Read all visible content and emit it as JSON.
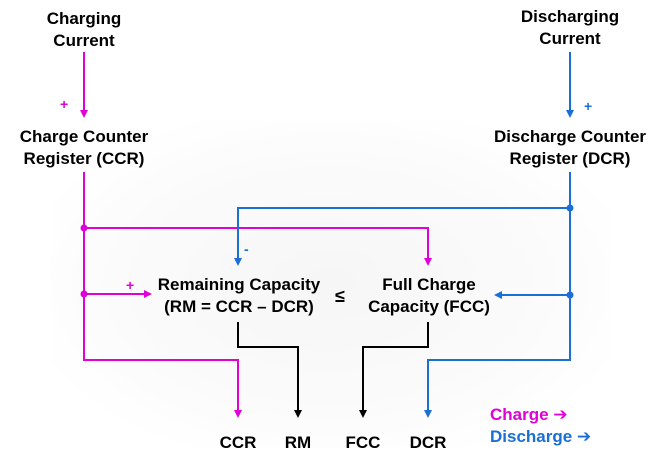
{
  "inputs": {
    "charging": {
      "line1": "Charging",
      "line2": "Current"
    },
    "discharging": {
      "line1": "Discharging",
      "line2": "Current"
    }
  },
  "registers": {
    "ccr": {
      "line1": "Charge Counter",
      "line2": "Register (CCR)"
    },
    "dcr": {
      "line1": "Discharge Counter",
      "line2": "Register (DCR)"
    }
  },
  "blocks": {
    "rm": {
      "line1": "Remaining Capacity",
      "line2": "(RM = CCR – DCR)"
    },
    "fcc": {
      "line1": "Full Charge",
      "line2": "Capacity (FCC)"
    },
    "relation": "≤"
  },
  "signs": {
    "plus_charge": "+",
    "plus_discharge": "+",
    "plus_rm": "+",
    "minus_rm": "-"
  },
  "outputs": [
    "CCR",
    "RM",
    "FCC",
    "DCR"
  ],
  "legend": {
    "charge": "Charge ➔",
    "discharge": "Discharge ➔"
  },
  "colors": {
    "charge": "#e000d8",
    "discharge": "#1a6fd6",
    "neutral": "#000000"
  }
}
